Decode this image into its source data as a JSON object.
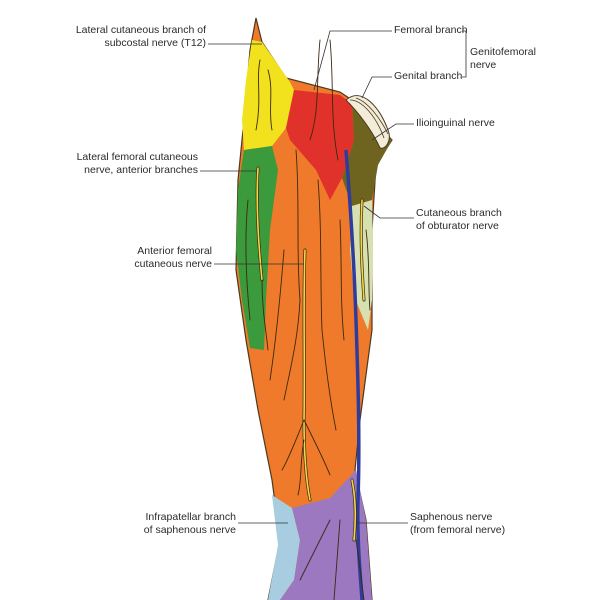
{
  "labels": {
    "subcostal": [
      "Lateral cutaneous branch of",
      "subcostal nerve (T12)"
    ],
    "femoral_branch": "Femoral branch",
    "genital_branch": "Genital branch",
    "genitofemoral": [
      "Genitofemoral",
      "nerve"
    ],
    "ilioinguinal": "Ilioinguinal nerve",
    "lateral_femoral": [
      "Lateral femoral cutaneous",
      "nerve, anterior branches"
    ],
    "obturator": [
      "Cutaneous branch",
      "of obturator nerve"
    ],
    "anterior_femoral": [
      "Anterior femoral",
      "cutaneous nerve"
    ],
    "infrapatellar": [
      "Infrapatellar branch",
      "of saphenous nerve"
    ],
    "saphenous": [
      "Saphenous nerve",
      "(from femoral nerve)"
    ]
  },
  "colors": {
    "subcostal_region": "#f2e21e",
    "lateral_femoral_region": "#3a9a3c",
    "genitofemoral_region": "#e0322b",
    "ilioinguinal_region": "#6e6420",
    "anterior_femoral_region": "#ef7a2c",
    "obturator_region": "#d6e0b0",
    "infrapatellar_region": "#a8cde0",
    "saphenous_region": "#9b78bf",
    "nerve": "#f4d648",
    "nerve_outline": "#3b2a10",
    "saphenous_vein": "#2f3c9c",
    "leader_line": "#333333"
  }
}
